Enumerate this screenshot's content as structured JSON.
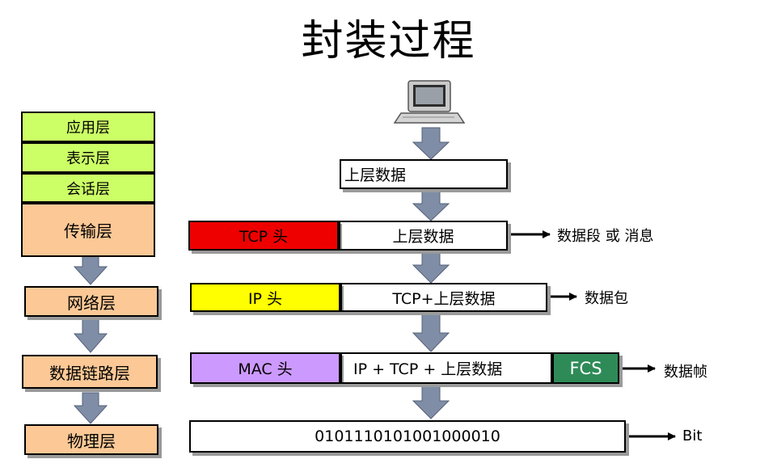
{
  "title": "封装过程",
  "osi_layers": {
    "application": "应用层",
    "presentation": "表示层",
    "session": "会话层",
    "transport": "传输层",
    "network": "网络层",
    "datalink": "数据链路层",
    "physical": "物理层"
  },
  "encapsulation": {
    "upper_data": "上层数据",
    "transport": {
      "header": "TCP 头",
      "data": "上层数据",
      "unit": "数据段 或 消息"
    },
    "network": {
      "header": "IP 头",
      "data": "TCP+上层数据",
      "unit": "数据包"
    },
    "datalink": {
      "header": "MAC 头",
      "data": "IP + TCP + 上层数据",
      "trailer": "FCS",
      "unit": "数据帧"
    },
    "physical": {
      "data": "0101110101001000010",
      "unit": "Bit"
    }
  },
  "colors": {
    "upper_layers": "#ccff66",
    "lower_layers": "#fbc896",
    "tcp_header": "#ee0000",
    "ip_header": "#ffff00",
    "mac_header": "#cc99ff",
    "fcs": "#2e8b57",
    "arrow": "#7f8ea6"
  }
}
